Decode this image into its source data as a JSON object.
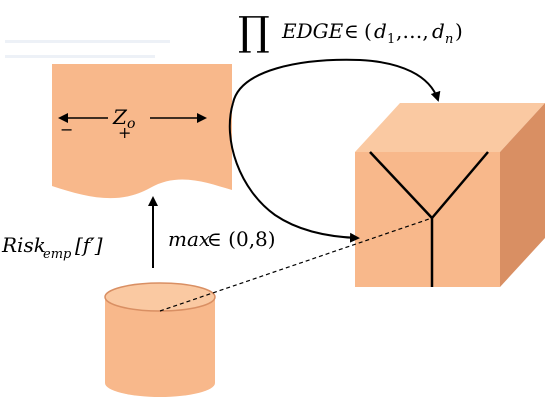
{
  "colors": {
    "shape_fill": "#F8B88B",
    "shape_fill_dark": "#D98F63",
    "shape_fill_top": "#FAC9A2",
    "stroke": "#000000"
  },
  "labels": {
    "product_symbol": "∏",
    "edge_label": "EDGE ∈ (d1,…,dn)",
    "edge_word": "EDGE",
    "in_symbol": "∈",
    "paren_open": "(",
    "d_var": "d",
    "sub_1": "1",
    "comma_dots": ",…,",
    "sub_n": "n",
    "paren_close": ")",
    "zo_z": "Z",
    "zo_sub": "o",
    "minus_sign": "−",
    "plus_sign": "+",
    "risk_label": "Riskemp[f′]",
    "risk_word": "Risk",
    "risk_sub": "emp",
    "risk_bracket": "[f′]",
    "max_label": "max ∈ (0,8)",
    "max_word": "max",
    "max_rest": " ∈ (0,8)"
  },
  "shapes": {
    "document": "document-shape",
    "cube": "cube-shape",
    "cylinder": "cylinder-shape"
  }
}
